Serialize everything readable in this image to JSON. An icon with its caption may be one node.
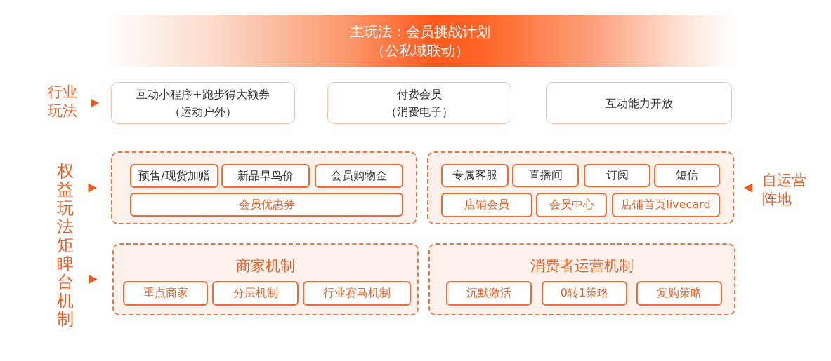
{
  "diagram": {
    "nodes": [
      {
        "text": [
          "主玩法：会员挑战计划",
          "（公私域联动）"
        ]
      },
      {
        "text": [
          "行业玩法"
        ]
      },
      {
        "text": [
          "互动小程序+跑步得大额券",
          "（运动户外）"
        ]
      },
      {
        "text": [
          "付费会员",
          "（消费电子）"
        ]
      },
      {
        "text": [
          "互动能力开放"
        ]
      },
      {
        "text": [
          "权益玩法矩睥台机制"
        ]
      },
      {
        "text": [],
        "shape": "box"
      },
      {
        "text": [
          "预售/现货加赠"
        ],
        "in": 6
      },
      {
        "text": [
          "新品早鸟价"
        ],
        "in": 6
      },
      {
        "text": [
          "会员购物金"
        ],
        "in": 6
      },
      {
        "text": [
          "会员优惠券"
        ],
        "in": 6
      },
      {
        "text": [],
        "shape": "box"
      },
      {
        "text": [
          "专属客服"
        ],
        "in": 11
      },
      {
        "text": [
          "直播间"
        ],
        "in": 11
      },
      {
        "text": [
          "订阅"
        ],
        "in": 11
      },
      {
        "text": [
          "短信"
        ],
        "in": 11
      },
      {
        "text": [
          "店铺会员"
        ],
        "in": 11
      },
      {
        "text": [
          "会员中心"
        ],
        "in": 11
      },
      {
        "text": [
          "店铺首页livecard"
        ],
        "in": 11
      },
      {
        "text": [
          "自运营阵地"
        ]
      },
      {
        "text": [
          "商家机制"
        ]
      },
      {
        "text": [
          "重点商家"
        ],
        "in": 20
      },
      {
        "text": [
          "分层机制"
        ],
        "in": 20
      },
      {
        "text": [
          "行业赛马机制"
        ],
        "in": 20
      },
      {
        "text": [
          "消费者运营机制"
        ]
      },
      {
        "text": [
          "沉默激活"
        ],
        "in": 24
      },
      {
        "text": [
          "0转1策略"
        ],
        "in": 24
      },
      {
        "text": [
          "复购策略"
        ],
        "in": 24
      }
    ],
    "edges": [
      {
        "from": 1,
        "to": 2,
        "arrow": "to"
      },
      {
        "from": 5,
        "to": 6,
        "arrow": "to"
      },
      {
        "from": 5,
        "to": 20,
        "arrow": "to"
      },
      {
        "from": 19,
        "to": 11,
        "arrow": "to"
      }
    ]
  }
}
